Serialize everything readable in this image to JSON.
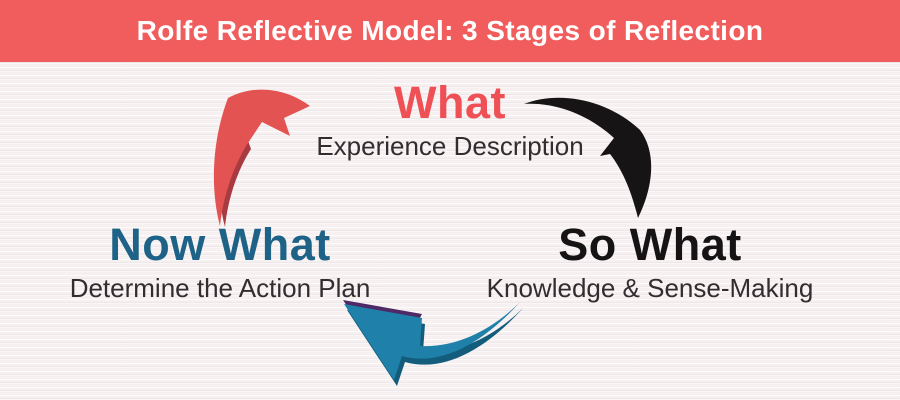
{
  "header": {
    "title": "Rolfe Reflective Model: 3 Stages of Reflection",
    "background_color": "#f15d5d",
    "text_color": "#ffffff"
  },
  "stages": [
    {
      "id": "what",
      "label": "What",
      "caption": "Experience Description",
      "label_color": "#ee5056"
    },
    {
      "id": "so-what",
      "label": "So What",
      "caption": "Knowledge & Sense-Making",
      "label_color": "#151314"
    },
    {
      "id": "now-what",
      "label": "Now What",
      "caption": "Determine the Action Plan",
      "label_color": "#1f6287"
    }
  ],
  "arrows": [
    {
      "name": "red-curved-arrow",
      "from": "Now What",
      "to": "What",
      "direction": "up-right",
      "color": "#e25352",
      "shadow_color": "#a83a42"
    },
    {
      "name": "black-curved-arrow",
      "from": "What",
      "to": "So What",
      "direction": "down-right",
      "color": "#161414"
    },
    {
      "name": "blue-curved-arrow",
      "from": "So What",
      "to": "Now What",
      "direction": "up-left",
      "color": "#1f80a9",
      "shadow_color": "#135c7b",
      "edge_color": "#4d2a66"
    }
  ],
  "canvas": {
    "background_color": "#f6f0f1",
    "caption_color": "#332d2f"
  }
}
